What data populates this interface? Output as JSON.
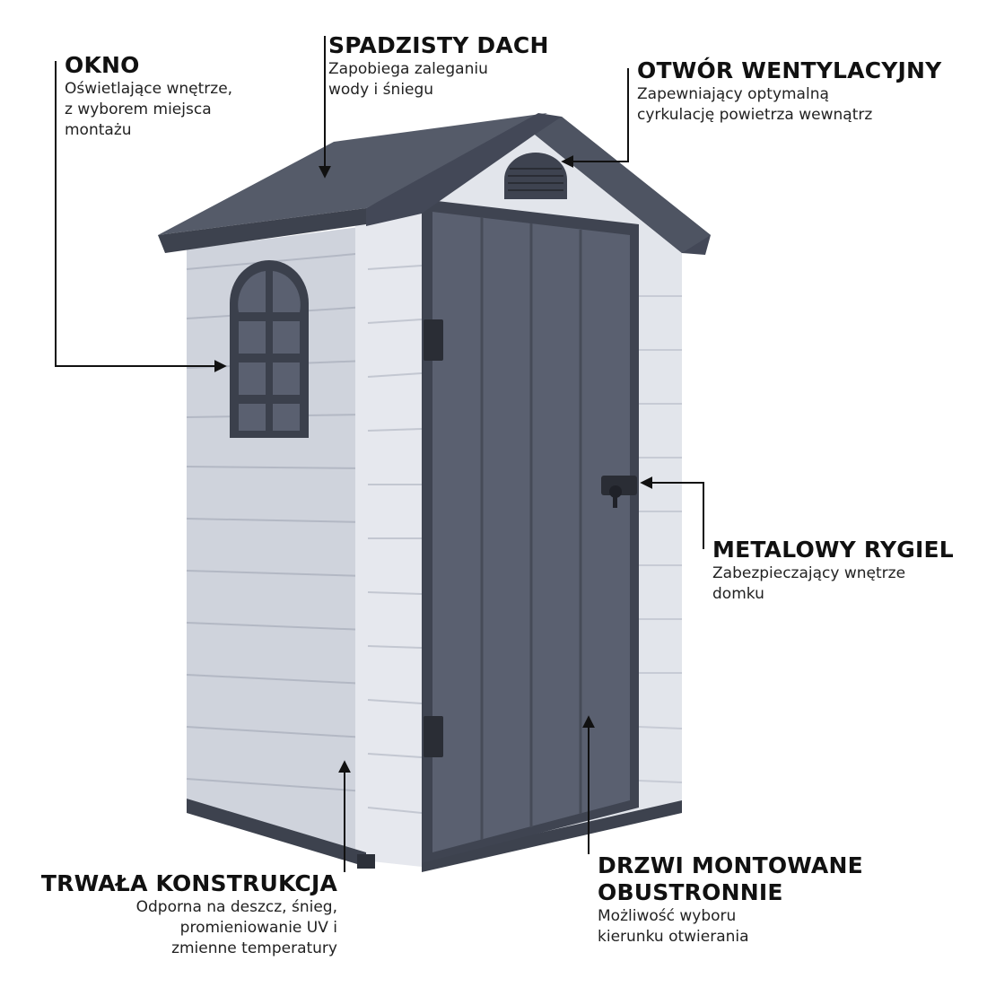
{
  "callouts": {
    "okno": {
      "title": "OKNO",
      "lines": [
        "Oświetlające wnętrze,",
        "z wyborem miejsca",
        "montażu"
      ]
    },
    "dach": {
      "title": "SPADZISTY DACH",
      "lines": [
        "Zapobiega zaleganiu",
        "wody i śniegu"
      ]
    },
    "otwor": {
      "title": "OTWÓR WENTYLACYJNY",
      "lines": [
        "Zapewniający optymalną",
        "cyrkulację powietrza wewnątrz"
      ]
    },
    "rygiel": {
      "title": "METALOWY RYGIEL",
      "lines": [
        "Zabezpieczający wnętrze",
        "domku"
      ]
    },
    "konstrukcja": {
      "title": "TRWAŁA KONSTRUKCJA",
      "lines": [
        "Odporna na deszcz, śnieg,",
        "promieniowanie UV i",
        "zmienne temperatury"
      ]
    },
    "drzwi": {
      "title_lines": [
        "DRZWI MONTOWANE",
        "OBUSTRONNIE"
      ],
      "lines": [
        "Możliwość wyboru",
        "kierunku otwierania"
      ]
    }
  },
  "colors": {
    "roof": "#4b5160",
    "wall": "#d6d9e1",
    "door": "#565c6b",
    "line": "#111111"
  }
}
